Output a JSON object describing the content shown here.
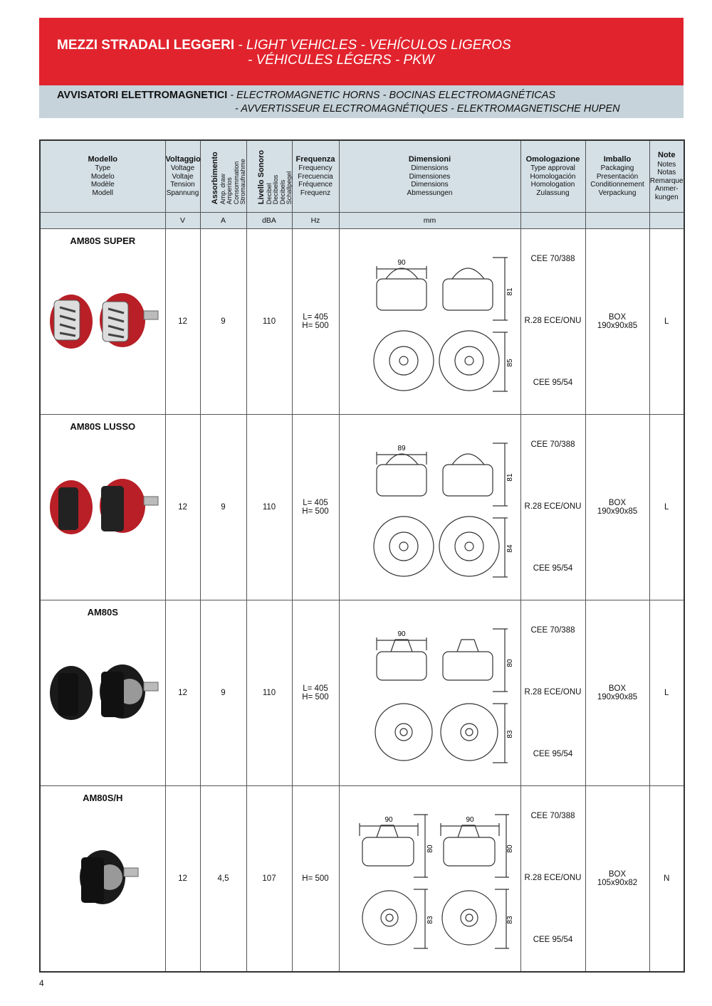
{
  "header": {
    "title_bold": "MEZZI STRADALI LEGGERI",
    "title_rest_line1": " - LIGHT VEHICLES - VEHÍCULOS LIGEROS",
    "title_line2": "- VÉHICULES LÉGERS - PKW"
  },
  "subheader": {
    "title_bold": "AVVISATORI ELETTROMAGNETICI",
    "title_rest_line1": " - ELECTROMAGNETIC HORNS - BOCINAS ELECTROMAGNÉTICAS",
    "title_line2": "- AVVERTISSEUR ELECTROMAGNÉTIQUES - ELEKTROMAGNETISCHE HUPEN"
  },
  "columns": {
    "modello": {
      "title": "Modello",
      "sub": [
        "Type",
        "Modelo",
        "Modèle",
        "Modell"
      ]
    },
    "voltaggio": {
      "title": "Voltaggio",
      "sub": [
        "Voltage",
        "Voltaje",
        "Tension",
        "Spannung"
      ]
    },
    "assorbimento": {
      "title": "Assorbimento",
      "sub": [
        "Amp. draw",
        "Amperios",
        "Consommation",
        "Stromaufnahme"
      ]
    },
    "livello": {
      "title": "Livello Sonoro",
      "sub": [
        "Decibel",
        "Decibelios",
        "Décibels",
        "Schallpegel"
      ]
    },
    "frequenza": {
      "title": "Frequenza",
      "sub": [
        "Frequency",
        "Frecuencia",
        "Fréquence",
        "Frequenz"
      ]
    },
    "dimensioni": {
      "title": "Dimensioni",
      "sub": [
        "Dimensions",
        "Dimensiones",
        "Dimensions",
        "Abmessungen"
      ]
    },
    "omologazione": {
      "title": "Omologazione",
      "sub": [
        "Type approval",
        "Homologación",
        "Homologation",
        "Zulassung"
      ]
    },
    "imballo": {
      "title": "Imballo",
      "sub": [
        "Packaging",
        "Presentación",
        "Conditionnement",
        "Verpackung"
      ]
    },
    "note": {
      "title": "Note",
      "sub": [
        "Notes",
        "Notas",
        "Remarque",
        "Anmer-",
        "kungen"
      ]
    }
  },
  "units": {
    "v": "V",
    "a": "A",
    "dba": "dBA",
    "hz": "Hz",
    "mm": "mm"
  },
  "products": [
    {
      "model": "AM80S SUPER",
      "voltage": "12",
      "amp": "9",
      "db": "110",
      "freq_l1": "L= 405",
      "freq_l2": "H= 500",
      "dim_width": "90",
      "dim_h1": "81",
      "dim_h2": "85",
      "homol": [
        "CEE 70/388",
        "R.28 ECE/ONU",
        "CEE 95/54"
      ],
      "pack_l1": "BOX",
      "pack_l2": "190x90x85",
      "note": "L"
    },
    {
      "model": "AM80S LUSSO",
      "voltage": "12",
      "amp": "9",
      "db": "110",
      "freq_l1": "L= 405",
      "freq_l2": "H= 500",
      "dim_width": "89",
      "dim_h1": "81",
      "dim_h2": "84",
      "homol": [
        "CEE 70/388",
        "R.28 ECE/ONU",
        "CEE 95/54"
      ],
      "pack_l1": "BOX",
      "pack_l2": "190x90x85",
      "note": "L"
    },
    {
      "model": "AM80S",
      "voltage": "12",
      "amp": "9",
      "db": "110",
      "freq_l1": "L= 405",
      "freq_l2": "H= 500",
      "dim_width": "90",
      "dim_h1": "80",
      "dim_h2": "83",
      "homol": [
        "CEE 70/388",
        "R.28 ECE/ONU",
        "CEE 95/54"
      ],
      "pack_l1": "BOX",
      "pack_l2": "190x90x85",
      "note": "L"
    },
    {
      "model": "AM80S/H",
      "voltage": "12",
      "amp": "4,5",
      "db": "107",
      "freq_l1": "H= 500",
      "freq_l2": "",
      "dim_width": "90",
      "dim_width2": "90",
      "dim_h1": "80",
      "dim_h1b": "80",
      "dim_h2": "83",
      "dim_h2b": "83",
      "homol": [
        "CEE 70/388",
        "R.28 ECE/ONU",
        "CEE 95/54"
      ],
      "pack_l1": "BOX",
      "pack_l2": "105x90x82",
      "note": "N"
    }
  ],
  "page_number": "4"
}
